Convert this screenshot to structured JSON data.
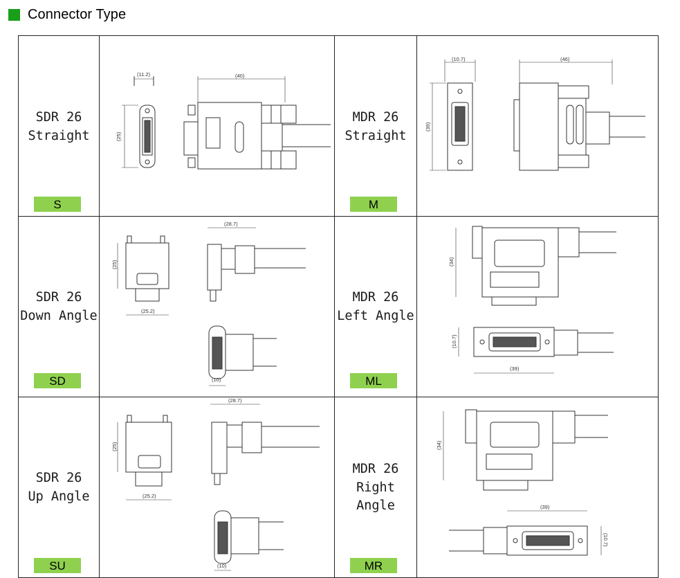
{
  "header": {
    "title": "Connector Type",
    "accent_color": "#1a9f1a"
  },
  "code_badge_color": "#8fd14f",
  "rows": [
    {
      "left": {
        "name_lines": [
          "SDR 26",
          "Straight"
        ],
        "code": "S",
        "dims": {
          "width_top": "(11.2)",
          "height": "(25)",
          "length": "(40)"
        }
      },
      "right": {
        "name_lines": [
          "MDR 26",
          "Straight"
        ],
        "code": "M",
        "dims": {
          "width_top": "(10.7)",
          "height": "(39)",
          "length": "(46)"
        }
      }
    },
    {
      "left": {
        "name_lines": [
          "SDR 26",
          "Down Angle"
        ],
        "code": "SD",
        "dims": {
          "height": "(25)",
          "width": "(25.2)",
          "length": "(28.7)",
          "depth": "(10)"
        }
      },
      "right": {
        "name_lines": [
          "MDR 26",
          "Left Angle"
        ],
        "code": "ML",
        "dims": {
          "height": "(34)",
          "thickness": "(10.7)",
          "width": "(39)"
        }
      }
    },
    {
      "left": {
        "name_lines": [
          "SDR 26",
          "Up Angle"
        ],
        "code": "SU",
        "dims": {
          "height": "(25)",
          "width": "(25.2)",
          "length": "(28.7)",
          "depth": "(10)"
        }
      },
      "right": {
        "name_lines": [
          "MDR 26",
          "Right",
          "Angle"
        ],
        "code": "MR",
        "dims": {
          "height": "(34)",
          "width": "(39)",
          "thickness": "(10.7)"
        }
      }
    }
  ]
}
